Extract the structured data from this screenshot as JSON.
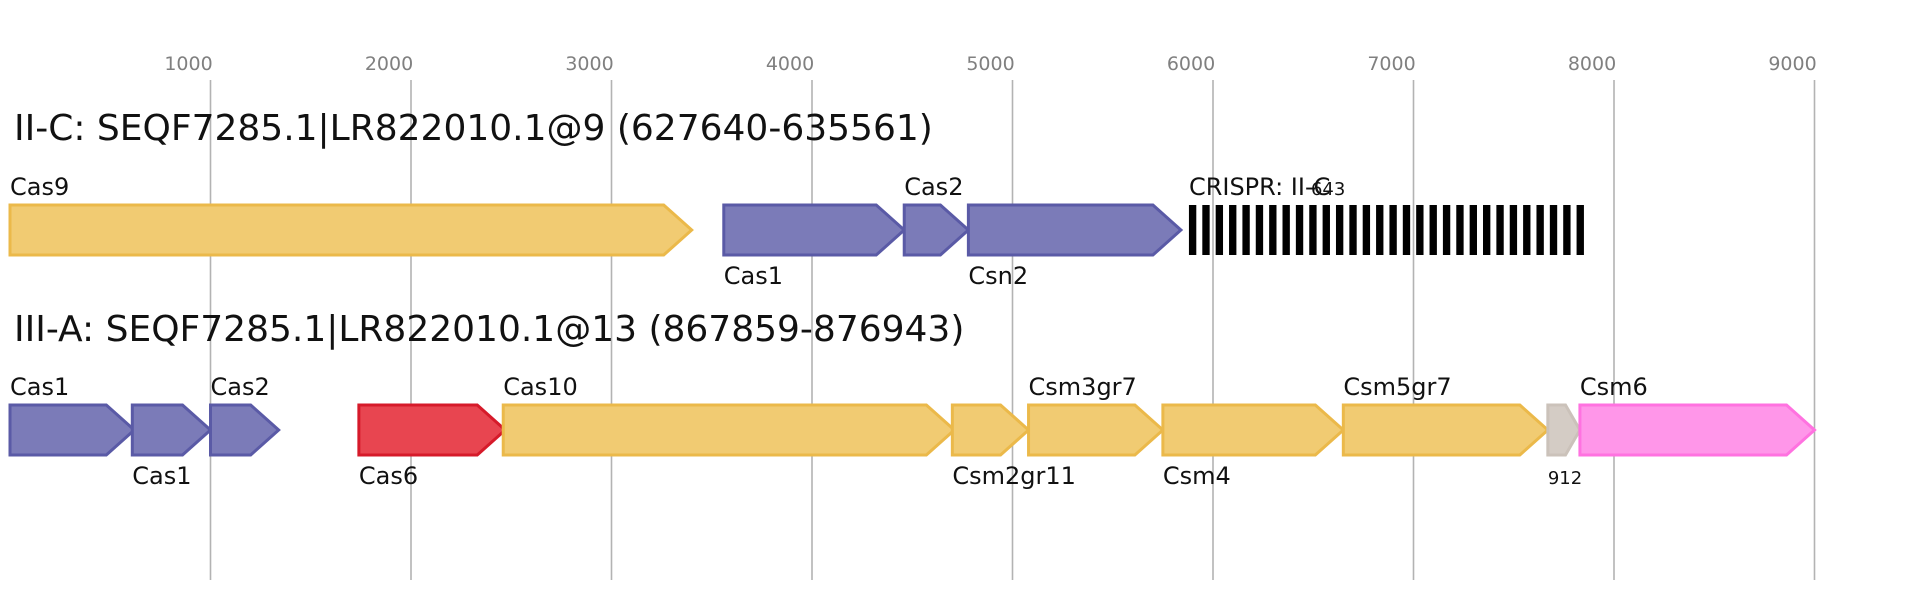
{
  "axis": {
    "ticks": [
      "1000",
      "2000",
      "3000",
      "4000",
      "5000",
      "6000",
      "7000",
      "8000",
      "9000"
    ]
  },
  "colors": {
    "adaptation": "#7b7bb8",
    "adaptation_stroke": "#5a5aa6",
    "effector": "#f1cb72",
    "effector_stroke": "#ebb94a",
    "processing": "#e84550",
    "processing_stroke": "#d61a2a",
    "accessory": "#ff96e9",
    "accessory_stroke": "#ff72e0",
    "unknown": "#d4ccc5",
    "unknown_stroke": "#cbc2ba",
    "array": "#000000"
  },
  "loci": [
    {
      "title": "II-C: SEQF7285.1|LR822010.1@9 (627640-635561)",
      "genes": [
        {
          "label": "Cas9",
          "category": "effector",
          "start": 0,
          "end": 3400,
          "label_pos": "top"
        },
        {
          "label": "Cas1",
          "category": "adaptation",
          "start": 3560,
          "end": 4460,
          "label_pos": "bottom"
        },
        {
          "label": "Cas2",
          "category": "adaptation",
          "start": 4460,
          "end": 4780,
          "label_pos": "top"
        },
        {
          "label": "Csn2",
          "category": "adaptation",
          "start": 4780,
          "end": 5840,
          "label_pos": "bottom"
        }
      ],
      "array": {
        "label": "CRISPR: II-C",
        "count": "643",
        "start": 5880,
        "end": 7880,
        "repeats": 30
      }
    },
    {
      "title": "III-A: SEQF7285.1|LR822010.1@13 (867859-876943)",
      "genes": [
        {
          "label": "Cas1",
          "category": "adaptation",
          "start": 0,
          "end": 620,
          "label_pos": "top"
        },
        {
          "label": "Cas1",
          "category": "adaptation",
          "start": 610,
          "end": 1000,
          "label_pos": "bottom"
        },
        {
          "label": "Cas2",
          "category": "adaptation",
          "start": 1000,
          "end": 1340,
          "label_pos": "top"
        },
        {
          "label": "Cas6",
          "category": "processing",
          "start": 1740,
          "end": 2470,
          "label_pos": "bottom"
        },
        {
          "label": "Cas10",
          "category": "effector",
          "start": 2460,
          "end": 4710,
          "label_pos": "top"
        },
        {
          "label": "Csm2gr11",
          "category": "effector",
          "start": 4700,
          "end": 5080,
          "label_pos": "bottom"
        },
        {
          "label": "Csm3gr7",
          "category": "effector",
          "start": 5080,
          "end": 5750,
          "label_pos": "top"
        },
        {
          "label": "Csm4",
          "category": "effector",
          "start": 5750,
          "end": 6650,
          "label_pos": "bottom"
        },
        {
          "label": "Csm5gr7",
          "category": "effector",
          "start": 6650,
          "end": 7670,
          "label_pos": "top"
        },
        {
          "label": "912",
          "category": "unknown",
          "start": 7670,
          "end": 7830,
          "label_pos": "bottom",
          "small": true
        },
        {
          "label": "Csm6",
          "category": "accessory",
          "start": 7830,
          "end": 9000,
          "label_pos": "top"
        }
      ]
    }
  ]
}
